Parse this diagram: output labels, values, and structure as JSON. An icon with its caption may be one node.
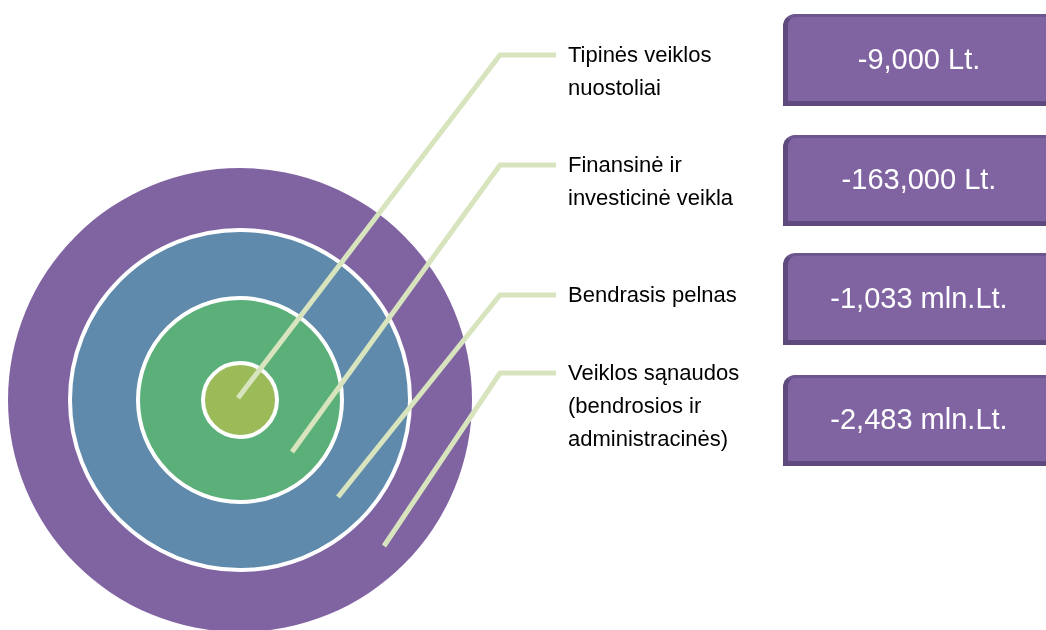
{
  "diagram": {
    "nodes": [
      {
        "text": [],
        "shape": "circle"
      },
      {
        "text": [],
        "shape": "circle",
        "in": 0
      },
      {
        "text": [],
        "shape": "circle",
        "in": 1
      },
      {
        "text": [],
        "shape": "circle",
        "in": 2
      },
      {
        "text": [
          "Tipinės veiklos nuostoliai"
        ]
      },
      {
        "text": [
          "-9,000 Lt."
        ]
      },
      {
        "text": [
          "Finansinė ir investicinė veikla"
        ]
      },
      {
        "text": [
          "-163,000 Lt."
        ]
      },
      {
        "text": [
          "Bendrasis pelnas"
        ]
      },
      {
        "text": [
          "-1,033 mln.Lt."
        ]
      },
      {
        "text": [
          "Veiklos sąnaudos (bendrosios ir administracinės)"
        ]
      },
      {
        "text": [
          "-2,483 mln.Lt."
        ]
      }
    ],
    "edges": [
      {
        "from": 4,
        "to": 3,
        "arrow": "none"
      },
      {
        "from": 6,
        "to": 2,
        "arrow": "none"
      },
      {
        "from": 8,
        "to": 1,
        "arrow": "none"
      },
      {
        "from": 10,
        "to": 0,
        "arrow": "none"
      }
    ]
  }
}
